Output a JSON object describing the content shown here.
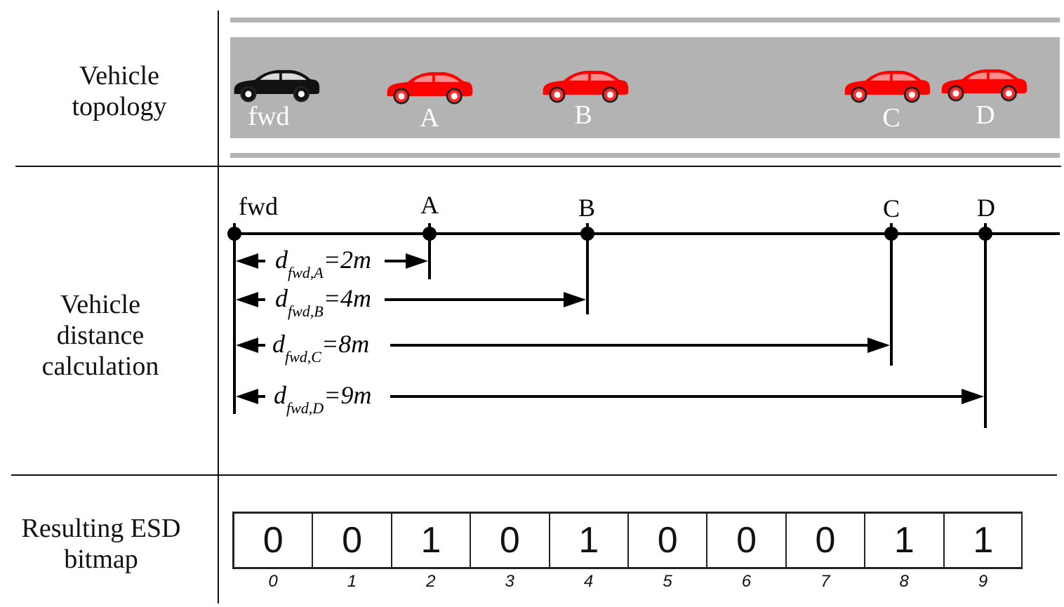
{
  "rows": {
    "topology_label": [
      "Vehicle",
      "topology"
    ],
    "distance_label": [
      "Vehicle",
      "distance",
      "calculation"
    ],
    "bitmap_label": [
      "Resulting ESD",
      "bitmap"
    ]
  },
  "colors": {
    "road": "#b3b3b3",
    "host_car": "#111111",
    "other_car": "#ff0000",
    "line": "#000000"
  },
  "vehicles": [
    {
      "id": "fwd",
      "label": "fwd",
      "color": "host_car",
      "distance": 0
    },
    {
      "id": "A",
      "label": "A",
      "color": "other_car",
      "distance": 2
    },
    {
      "id": "B",
      "label": "B",
      "color": "other_car",
      "distance": 4
    },
    {
      "id": "C",
      "label": "C",
      "color": "other_car",
      "distance": 8
    },
    {
      "id": "D",
      "label": "D",
      "color": "other_car",
      "distance": 9
    }
  ],
  "distances": [
    {
      "main": "d",
      "sub": "fwd,A",
      "value": "=2m"
    },
    {
      "main": "d",
      "sub": "fwd,B",
      "value": "=4m"
    },
    {
      "main": "d",
      "sub": "fwd,C",
      "value": "=8m"
    },
    {
      "main": "d",
      "sub": "fwd,D",
      "value": "=9m"
    }
  ],
  "bitmap": {
    "bits": [
      "0",
      "0",
      "1",
      "0",
      "1",
      "0",
      "0",
      "0",
      "1",
      "1"
    ],
    "indices": [
      "0",
      "1",
      "2",
      "3",
      "4",
      "5",
      "6",
      "7",
      "8",
      "9"
    ]
  }
}
